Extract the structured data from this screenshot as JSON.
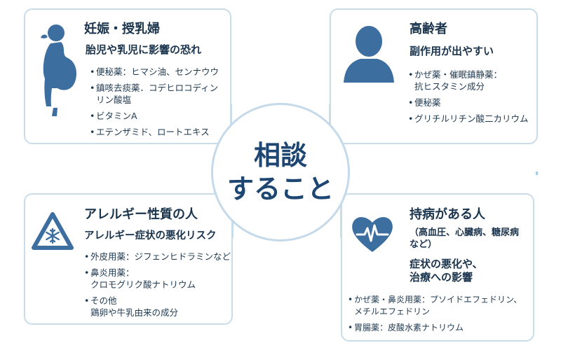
{
  "center": {
    "line1": "相談",
    "line2": "すること"
  },
  "pregnancy": {
    "title": "妊娠・授乳婦",
    "subtitle": "胎児や乳児に影響の恐れ",
    "items": [
      "便秘薬：ヒマシ油、センナウウ",
      "鎮咳去痰薬．コデヒロコディン\nリン酸塩",
      "ビタミンA",
      "エテンザミド、ロートエキス"
    ],
    "icon": "pregnant-woman-icon"
  },
  "elderly": {
    "title": "高齢者",
    "subtitle": "副作用が出やすい",
    "items": [
      "かぜ薬・催眠鎮静薬：\n抗ヒスタミン成分",
      "便秘薬",
      "グリチルリチン酸二カリウム"
    ],
    "icon": "person-icon"
  },
  "allergy": {
    "title": "アレルギー性質の人",
    "subtitle": "アレルギー症状の悪化リスク",
    "items": [
      "外皮用薬：ジフェンヒドラミンなど",
      "鼻炎用薬：\nクロモグリク酸ナトリウム",
      "その他\n鶏卵や牛乳由来の成分"
    ],
    "icon": "snowflake-warning-icon"
  },
  "chronic": {
    "title": "持病がある人",
    "subtitle": "（高血圧、心臓病、糖尿病\nなど）",
    "subtitle2": "症状の悪化や、\n治療への影響",
    "items": [
      "かぜ薬・鼻炎用薬：プソイドエフェドリン、\nメチルエフェドリン",
      "胃腸薬：皮酸水素ナトリウム"
    ],
    "icon": "heart-pulse-icon"
  },
  "colors": {
    "accent": "#3c6e9f",
    "border": "#c9dcea",
    "text": "#1b344d"
  }
}
